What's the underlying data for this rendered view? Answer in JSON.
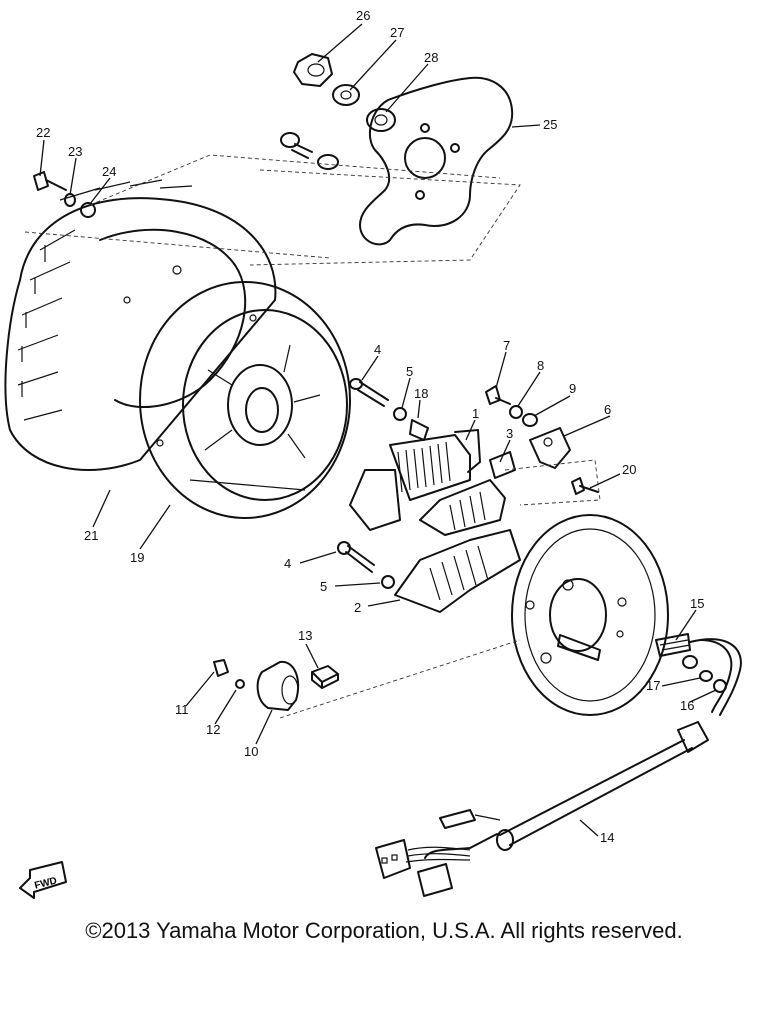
{
  "labels": {
    "p1": "1",
    "p2": "2",
    "p3": "3",
    "p4a": "4",
    "p4b": "4",
    "p5a": "5",
    "p5b": "5",
    "p6": "6",
    "p7": "7",
    "p8": "8",
    "p9": "9",
    "p10": "10",
    "p11": "11",
    "p12": "12",
    "p13": "13",
    "p14": "14",
    "p15": "15",
    "p16": "16",
    "p17": "17",
    "p18": "18",
    "p19": "19",
    "p20": "20",
    "p21": "21",
    "p22": "22",
    "p23": "23",
    "p24": "24",
    "p25": "25",
    "p26": "26",
    "p27": "27",
    "p28": "28"
  },
  "fwd": "FWD",
  "copyright": "©2013 Yamaha Motor Corporation, U.S.A. All rights reserved."
}
